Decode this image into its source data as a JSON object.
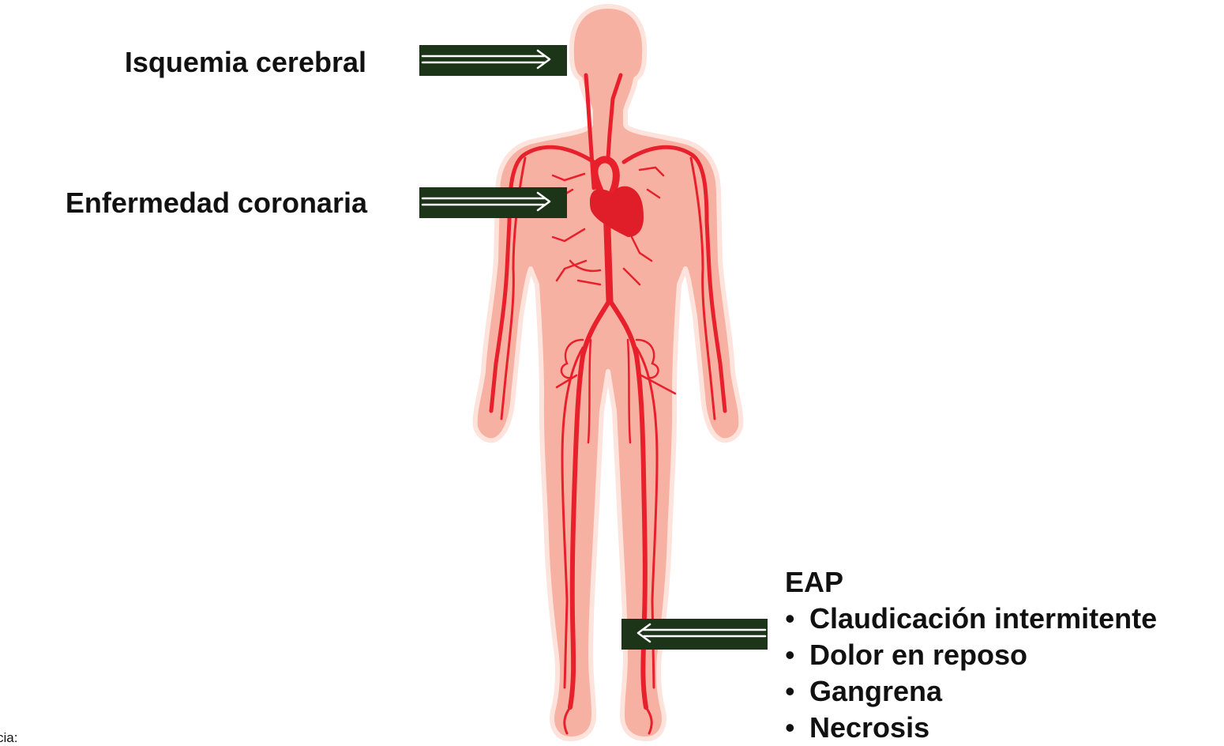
{
  "labels": {
    "isquemia": "Isquemia cerebral",
    "coronaria": "Enfermedad coronaria"
  },
  "eap": {
    "title": "EAP",
    "items": [
      "Claudicación intermitente",
      "Dolor en reposo",
      "Gangrena",
      "Necrosis"
    ],
    "bullet": "•"
  },
  "source_note": "cia:",
  "colors": {
    "body_fill": "#f7b1a3",
    "body_outline": "#ffffff",
    "artery": "#e8202c",
    "heart": "#e01e2a",
    "arrow_bg": "#1c3417",
    "arrow_line": "#ffffff"
  }
}
